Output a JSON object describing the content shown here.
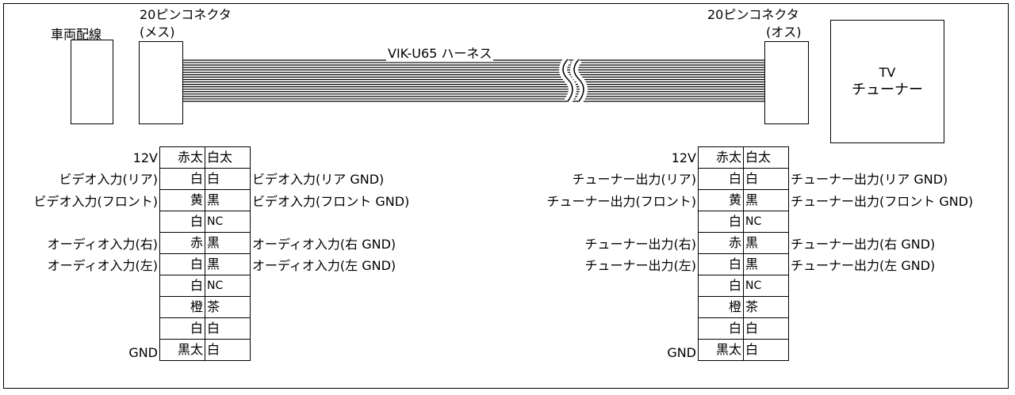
{
  "vehicle_wiring": "車両配線",
  "connector_female": {
    "line1": "20ピンコネクタ",
    "line2": "(メス)"
  },
  "connector_male": {
    "line1": "20ピンコネクタ",
    "line2": "(オス)"
  },
  "harness_label": "VIK-U65 ハーネス",
  "tuner": {
    "line1": "TV",
    "line2": "チューナー"
  },
  "left_pins": {
    "outer_labels": [
      "12V",
      "ビデオ入力(リア)",
      "ビデオ入力(フロント)",
      "",
      "オーディオ入力(右)",
      "オーディオ入力(左)",
      "",
      "",
      "",
      "GND"
    ],
    "col1": [
      "赤太",
      "白",
      "黄",
      "白",
      "赤",
      "白",
      "白",
      "橙",
      "白",
      "黒太"
    ],
    "col2": [
      "白太",
      "白",
      "黒",
      "NC",
      "黒",
      "黒",
      "NC",
      "茶",
      "白",
      "白"
    ],
    "inner_labels": [
      "",
      "ビデオ入力(リア GND)",
      "ビデオ入力(フロント GND)",
      "",
      "オーディオ入力(右 GND)",
      "オーディオ入力(左 GND)",
      "",
      "",
      "",
      ""
    ]
  },
  "right_pins": {
    "outer_labels": [
      "12V",
      "チューナー出力(リア)",
      "チューナー出力(フロント)",
      "",
      "チューナー出力(右)",
      "チューナー出力(左)",
      "",
      "",
      "",
      "GND"
    ],
    "col1": [
      "赤太",
      "白",
      "黄",
      "白",
      "赤",
      "白",
      "白",
      "橙",
      "白",
      "黒太"
    ],
    "col2": [
      "白太",
      "白",
      "黒",
      "NC",
      "黒",
      "黒",
      "NC",
      "茶",
      "白",
      "白"
    ],
    "inner_labels": [
      "",
      "チューナー出力(リア GND)",
      "チューナー出力(フロント GND)",
      "",
      "チューナー出力(右 GND)",
      "チューナー出力(左 GND)",
      "",
      "",
      "",
      ""
    ]
  }
}
